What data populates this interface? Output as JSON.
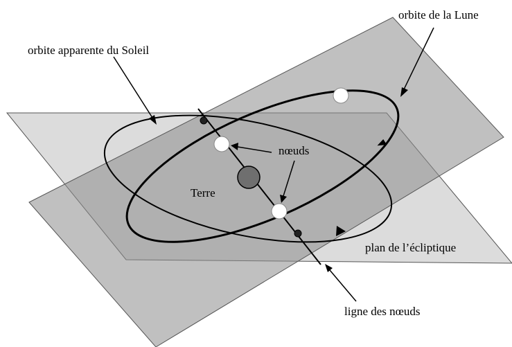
{
  "labels": {
    "lunar_orbit": "orbite de la Lune",
    "solar_orbit": "orbite apparente du Soleil",
    "nodes": "nœuds",
    "earth": "Terre",
    "ecliptic_plane": "plan de l’écliptique",
    "line_of_nodes": "ligne des nœuds"
  },
  "colors": {
    "lunar_plane_fill": "#a8a8a8",
    "ecliptic_plane_fill": "#d6d6d6",
    "earth_fill": "#6f6f6f",
    "orbit_stroke": "#000000",
    "node_fill": "#ffffff"
  }
}
